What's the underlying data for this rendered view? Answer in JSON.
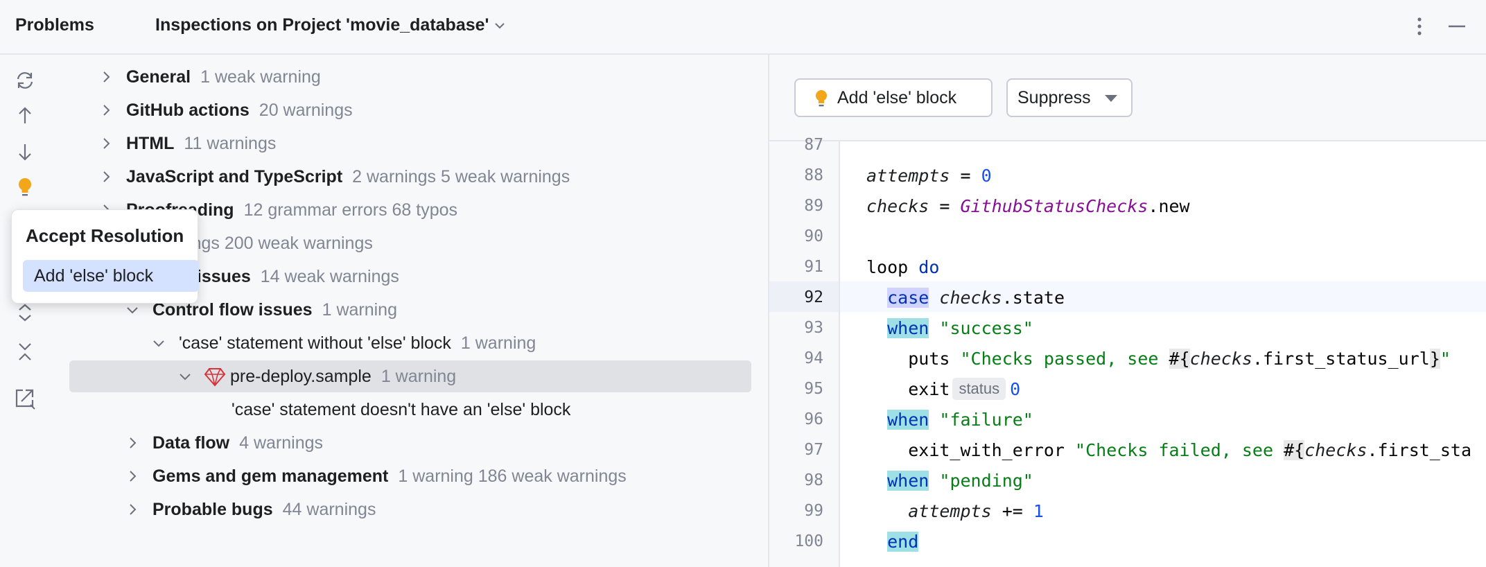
{
  "header": {
    "title": "Problems",
    "tab_label": "Inspections on Project 'movie_database'"
  },
  "toolbar": {
    "icons": [
      "refresh-icon",
      "arrow-up-icon",
      "arrow-down-icon",
      "bulb-icon",
      "expand-icon",
      "collapse-icon",
      "export-icon"
    ]
  },
  "tree": [
    {
      "label": "General",
      "count": "1 weak warning"
    },
    {
      "label": "GitHub actions",
      "count": "20 warnings"
    },
    {
      "label": "HTML",
      "count": "11 warnings"
    },
    {
      "label": "JavaScript and TypeScript",
      "count": "2 warnings 5 weak warnings"
    },
    {
      "label": "Proofreading",
      "count": "12 grammar errors 68 typos"
    },
    {
      "label": "",
      "count": "0 warnings 200 weak warnings"
    },
    {
      "label": "style issues",
      "count": "14 weak warnings"
    },
    {
      "label": "Control flow issues",
      "count": "1 warning"
    },
    {
      "label": "'case' statement without 'else' block",
      "count": "1 warning"
    },
    {
      "label": "pre-deploy.sample",
      "count": "1 warning"
    },
    {
      "label": "'case' statement doesn't have an 'else' block",
      "count": ""
    },
    {
      "label": "Data flow",
      "count": "4 warnings"
    },
    {
      "label": "Gems and gem management",
      "count": "1 warning 186 weak warnings"
    },
    {
      "label": "Probable bugs",
      "count": "44 warnings"
    }
  ],
  "popup": {
    "title": "Accept Resolution",
    "item": "Add 'else' block"
  },
  "editor": {
    "fix_button": "Add 'else' block",
    "suppress_button": "Suppress",
    "line_numbers": [
      "87",
      "88",
      "89",
      "90",
      "91",
      "92",
      "93",
      "94",
      "95",
      "96",
      "97",
      "98",
      "99",
      "100"
    ],
    "code": {
      "l88_var": "attempts",
      "l88_op": " = ",
      "l88_num": "0",
      "l89_var": "checks",
      "l89_op": " = ",
      "l89_cls": "GithubStatusChecks",
      "l89_tail": ".new",
      "l91_a": "loop ",
      "l91_kw": "do",
      "l92_kw": "case",
      "l92_var": "checks",
      "l92_tail": ".state",
      "when": "when",
      "l93_str": "\"success\"",
      "l94_a": "puts ",
      "l94_str": "\"Checks passed, see ",
      "l94_ob": "#{",
      "l94_var": "checks",
      "l94_mid": ".first_status_url",
      "l94_cb": "}",
      "l94_end": "\"",
      "l95_a": "exit",
      "l95_hint": "status",
      "l95_num": "0",
      "l96_str": "\"failure\"",
      "l97_a": "exit_with_error ",
      "l97_str": "\"Checks failed, see ",
      "l97_ob": "#{",
      "l97_var": "checks",
      "l97_mid": ".first_sta",
      "l98_str": "\"pending\"",
      "l99_var": "attempts",
      "l99_op": " += ",
      "l99_num": "1",
      "l100_kw": "end"
    }
  }
}
